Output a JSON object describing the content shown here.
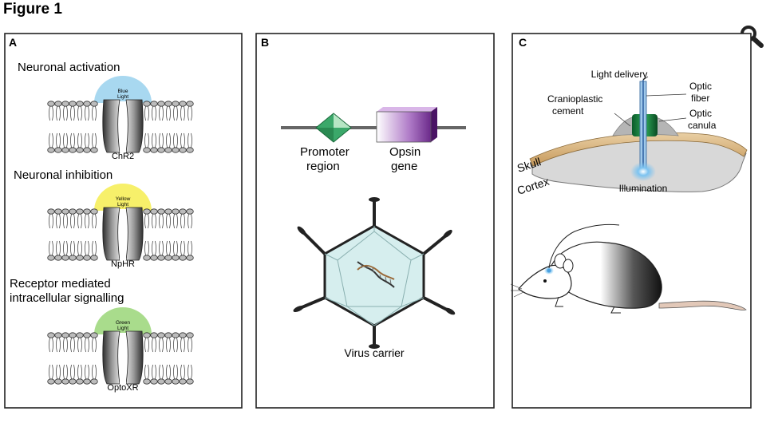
{
  "figure_title": "Figure 1",
  "zoom_icon": "magnifier-icon",
  "panels": {
    "a": {
      "letter": "A",
      "sections": [
        {
          "title_lines": [
            "Neuronal activation"
          ],
          "light_lines": [
            "Blue",
            "Light"
          ],
          "protein": "ChR2",
          "color": "#a8d8f0"
        },
        {
          "title_lines": [
            "Neuronal inhibition"
          ],
          "light_lines": [
            "Yellow",
            "Light"
          ],
          "protein": "NpHR",
          "color": "#f7f06a"
        },
        {
          "title_lines": [
            "Receptor mediated",
            "intracellular signalling"
          ],
          "light_lines": [
            "Green",
            "Light"
          ],
          "protein": "OptoXR",
          "color": "#a9dc8c"
        }
      ]
    },
    "b": {
      "letter": "B",
      "promoter_lines": [
        "Promoter",
        "region"
      ],
      "opsin_lines": [
        "Opsin",
        "gene"
      ],
      "virus_label": "Virus carrier"
    },
    "c": {
      "letter": "C",
      "light_delivery": "Light delivery",
      "optic_fiber_lines": [
        "Optic",
        "fiber"
      ],
      "cement_lines": [
        "Cranioplastic",
        "cement"
      ],
      "optic_canula_lines": [
        "Optic",
        "canula"
      ],
      "skull": "Skull",
      "cortex": "Cortex",
      "illumination": "Illumination"
    }
  }
}
